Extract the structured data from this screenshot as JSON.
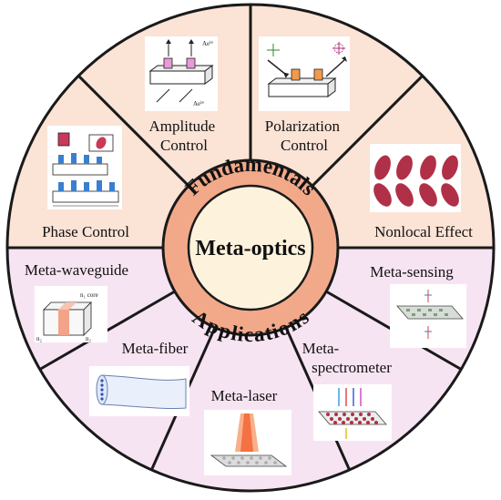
{
  "center": {
    "title": "Meta-optics"
  },
  "ring": {
    "top": "Fundamentals",
    "bottom": "Applications"
  },
  "colors": {
    "fundamentals_fill": "#fbe3d6",
    "applications_fill": "#f7e4f2",
    "ring_fill": "#f2a98a",
    "center_fill": "#fdf3dd",
    "outline": "#1a1a1a"
  },
  "fundamentals": [
    {
      "label_lines": [
        "Amplitude",
        "Control"
      ],
      "icon": "amplitude-metasurface-icon"
    },
    {
      "label_lines": [
        "Polarization",
        "Control"
      ],
      "icon": "polarization-metasurface-icon"
    },
    {
      "label_lines": [
        "Nonlocal Effect"
      ],
      "icon": "ellipse-array-icon"
    },
    {
      "label_lines": [
        "Phase Control"
      ],
      "icon": "phase-metasurface-icon"
    }
  ],
  "applications": [
    {
      "label_lines": [
        "Meta-waveguide"
      ],
      "icon": "waveguide-icon",
      "annotations": [
        "n₁ core",
        "n₂",
        "n₂"
      ]
    },
    {
      "label_lines": [
        "Meta-fiber"
      ],
      "icon": "fiber-icon"
    },
    {
      "label_lines": [
        "Meta-laser"
      ],
      "icon": "laser-icon"
    },
    {
      "label_lines": [
        "Meta-",
        "spectrometer"
      ],
      "icon": "spectrometer-icon"
    },
    {
      "label_lines": [
        "Meta-sensing"
      ],
      "icon": "sensing-icon"
    }
  ]
}
